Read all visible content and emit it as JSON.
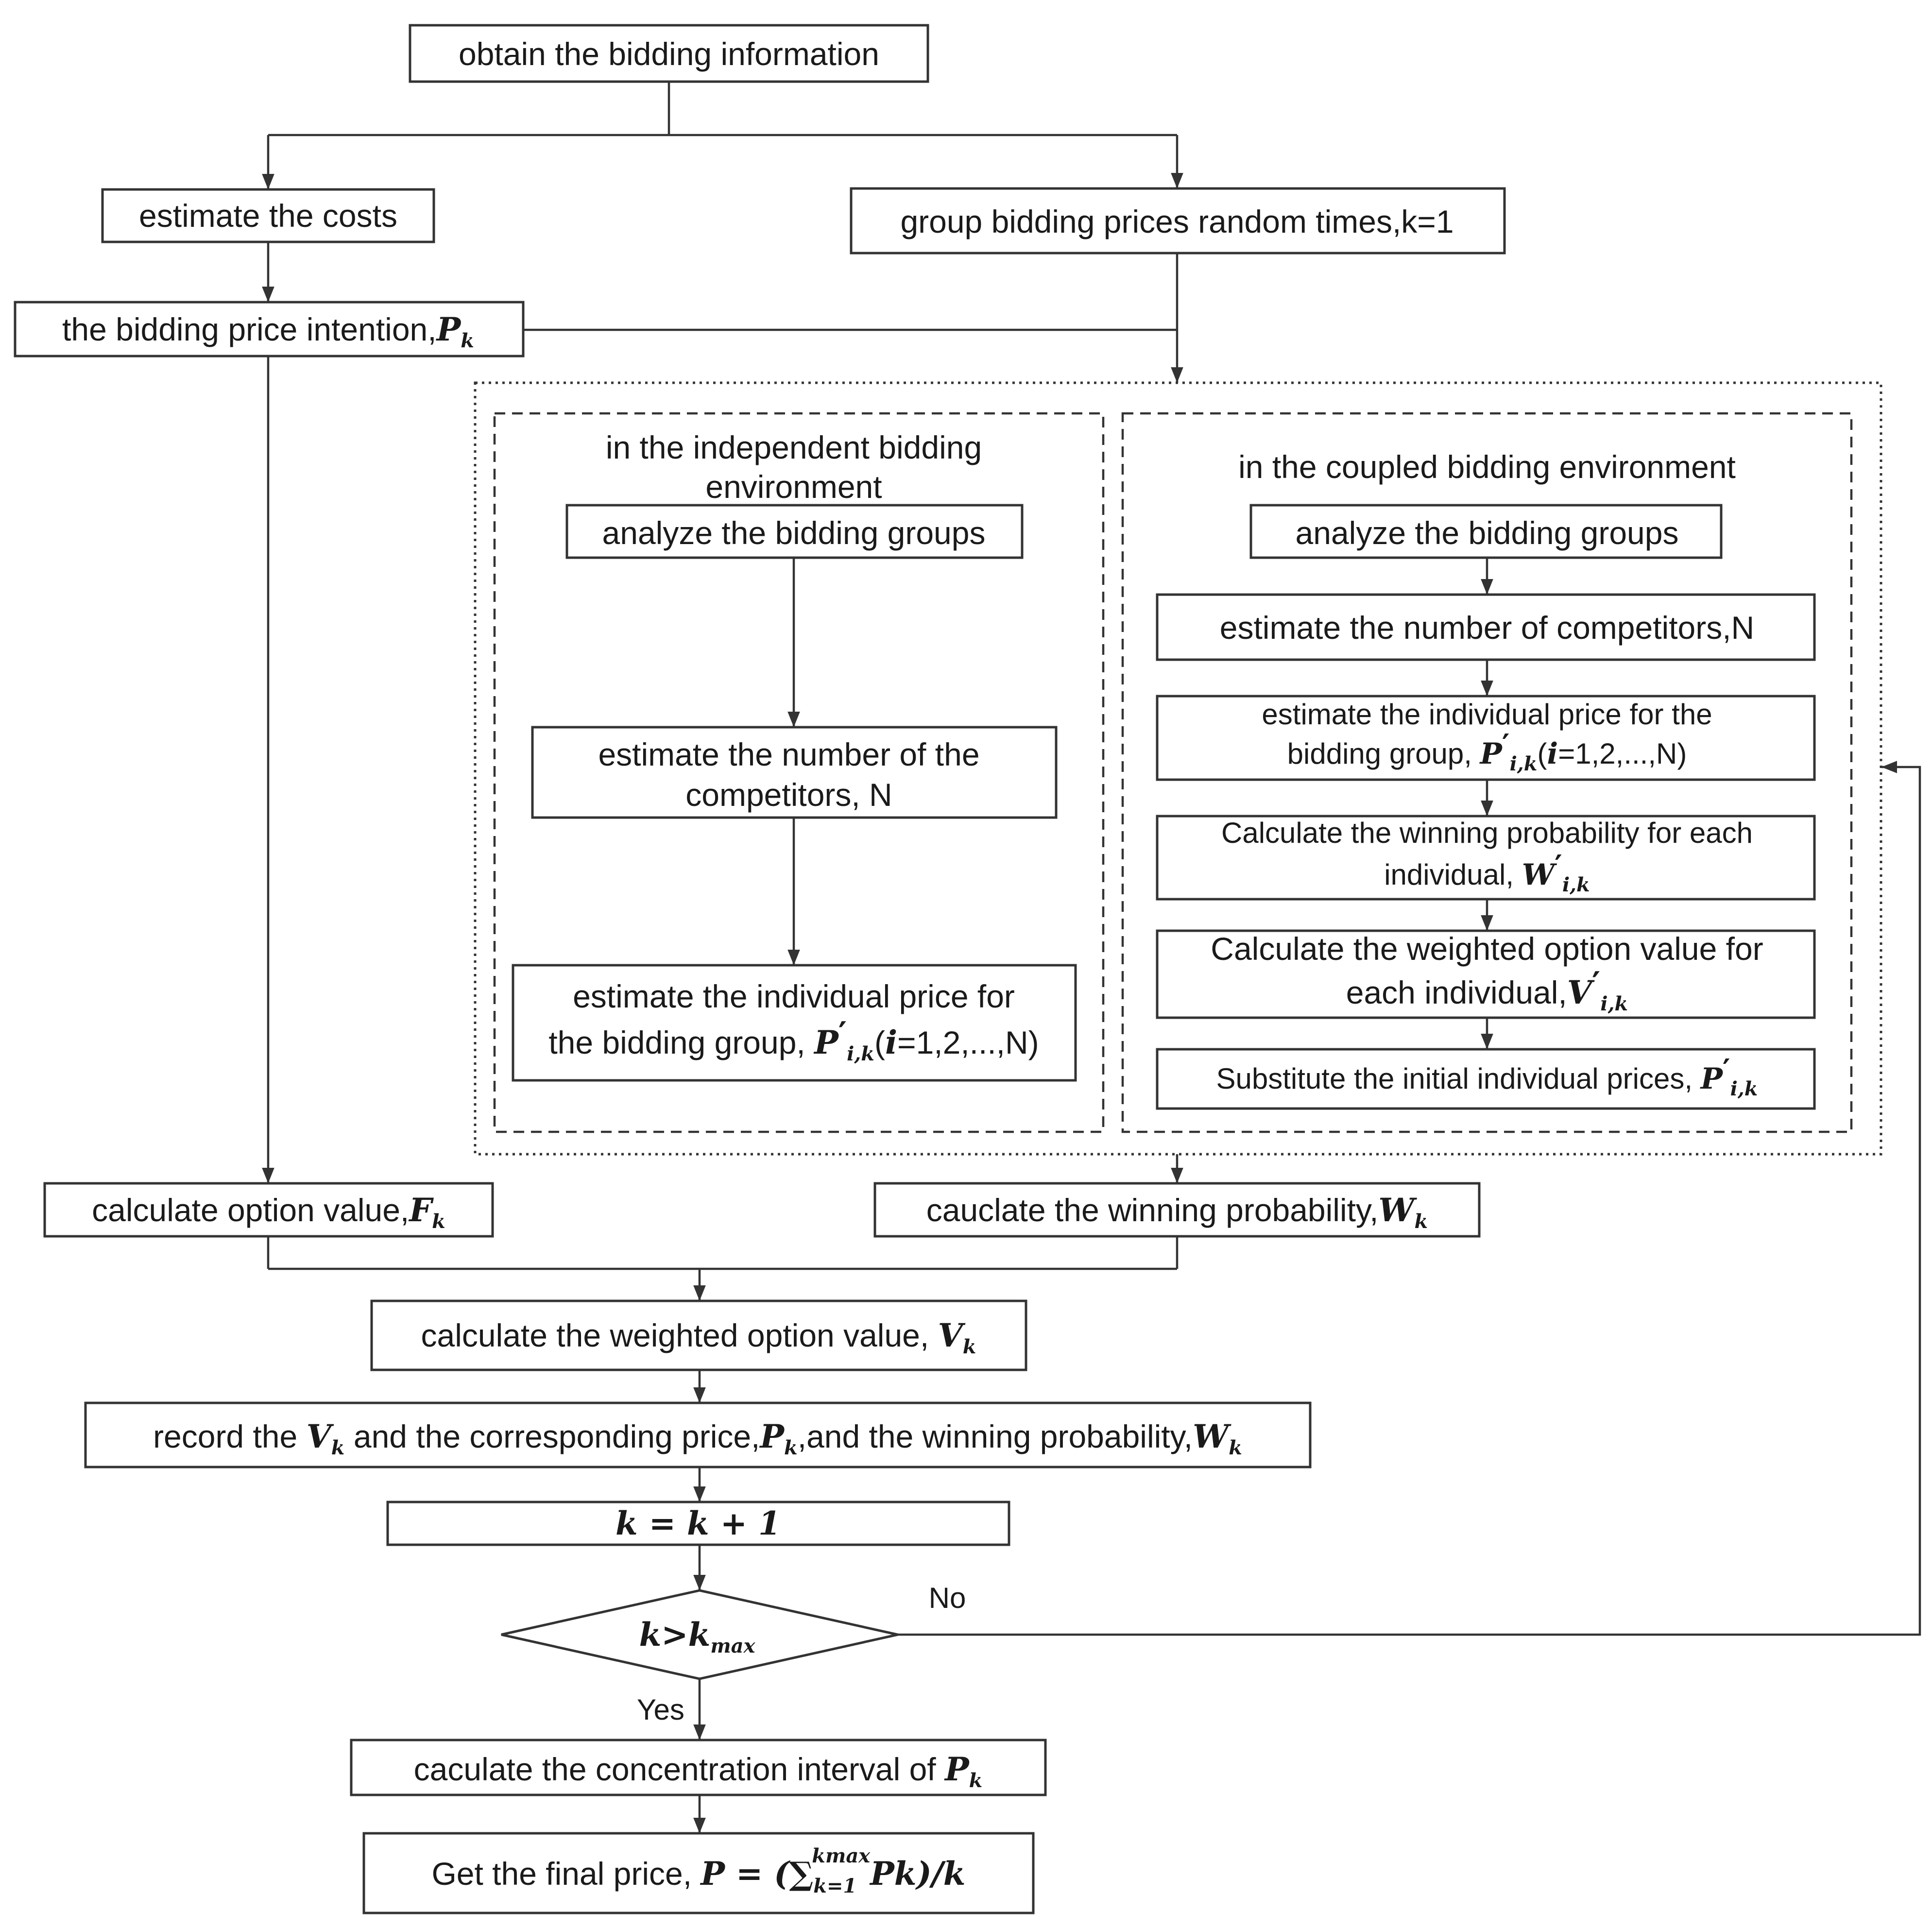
{
  "nodes": {
    "obtain": "obtain the bidding information",
    "estimate_costs": "estimate the costs",
    "group_prices": "group bidding prices random times,k=1",
    "price_intention": "the bidding price intention,",
    "independent_env_line1": "in the independent bidding",
    "independent_env_line2": "environment",
    "ind_analyze": "analyze the bidding groups",
    "ind_number_line1": "estimate the number of the",
    "ind_number_line2": "competitors, N",
    "ind_price_line1": "estimate the individual price for",
    "ind_price_line2": "the bidding group,",
    "ind_price_suffix": "(=1,2,...,N)",
    "coupled_env": "in the coupled bidding environment",
    "cpl_analyze": "analyze the bidding groups",
    "cpl_number": "estimate the number of competitors,N",
    "cpl_price_line1": "estimate the individual price for the",
    "cpl_price_line2": "bidding group,",
    "cpl_price_suffix": "(=1,2,...,N)",
    "cpl_prob_line1": "Calculate the winning probability for each",
    "cpl_prob_line2": "individual,",
    "cpl_weighted_line1": "Calculate the weighted option value for",
    "cpl_weighted_line2": "each individual,",
    "cpl_substitute": "Substitute the initial individual prices,",
    "option_value": "calculate option value,",
    "winning_prob": "cauclate the winning probability,",
    "weighted_value": "calculate the weighted option value,",
    "record_1": "record the",
    "record_2": "and the corresponding price,",
    "record_3": ",and the winning probability,",
    "increment": "k = k + 1",
    "decision": "k>k",
    "no_label": "No",
    "yes_label": "Yes",
    "concentration": "caculate the concentration interval of",
    "final_price": "Get the final price,"
  },
  "math": {
    "P": "P",
    "F": "F",
    "W": "W",
    "V": "V",
    "k": "k",
    "i": "i",
    "sub_ik": "i,k",
    "max": "max",
    "prime": "′",
    "final_formula": "P = (∑",
    "final_sub": "k=1",
    "final_sup": "kmax",
    "final_tail": "Pk)/k"
  }
}
